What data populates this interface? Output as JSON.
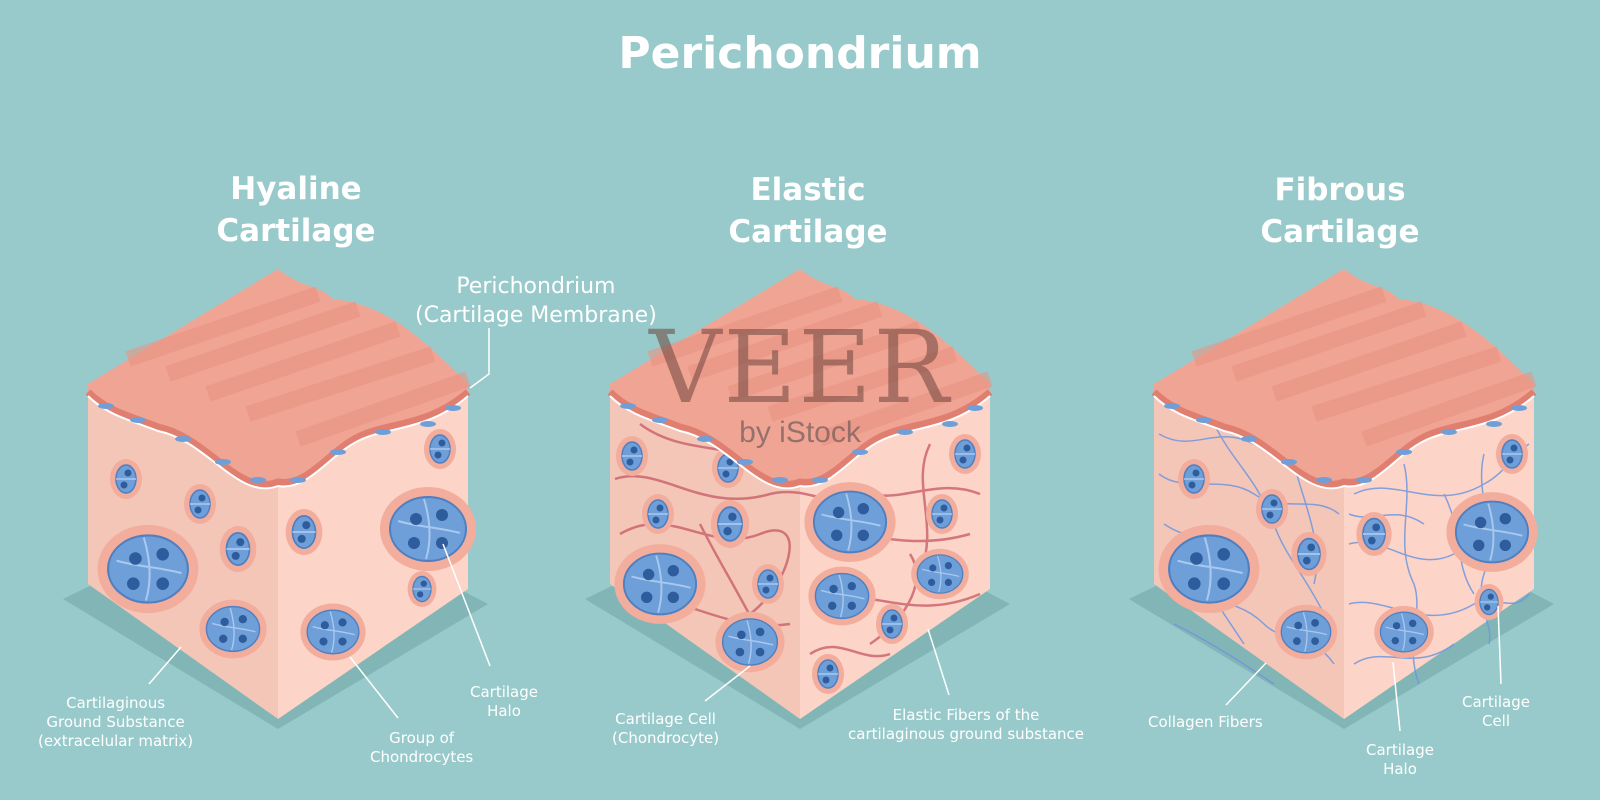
{
  "title": "Perichondrium",
  "panels": [
    {
      "heading_line1": "Hyaline",
      "heading_line2": "Cartilage"
    },
    {
      "heading_line1": "Elastic",
      "heading_line2": "Cartilage"
    },
    {
      "heading_line1": "Fibrous",
      "heading_line2": "Cartilage"
    }
  ],
  "labels": {
    "perichondrium": {
      "line1": "Perichondrium",
      "line2": "(Cartilage Membrane)"
    },
    "ground_substance": {
      "line1": "Cartilaginous",
      "line2": "Ground Substance",
      "line3": "(extracelular matrix)"
    },
    "group_chondrocytes": {
      "line1": "Group of",
      "line2": "Chondrocytes"
    },
    "halo_hyaline": {
      "line1": "Cartilage",
      "line2": "Halo"
    },
    "cartilage_cell": {
      "line1": "Cartilage Cell",
      "line2": "(Chondrocyte)"
    },
    "elastic_fibers": {
      "line1": "Elastic Fibers of the",
      "line2": "cartilaginous ground substance"
    },
    "collagen_fibers": {
      "line1": "Collagen Fibers"
    },
    "halo_fibrous": {
      "line1": "Cartilage",
      "line2": "Halo"
    },
    "cell_fibrous": {
      "line1": "Cartilage",
      "line2": "Cell"
    }
  },
  "watermark": {
    "line1": "VEER",
    "line2": "by iStock"
  },
  "colors": {
    "background": "#99cacb",
    "membrane_top": "#f0a494",
    "membrane_stripe": "#e89484",
    "left_face": "#f4c6b8",
    "right_face": "#fcd4c8",
    "cell_fill": "#6f9fd8",
    "halo": "#f2ad9c",
    "elastic_fiber": "#c9606a",
    "collagen_fiber": "#6e96e0",
    "shadow": "#82b5b6"
  }
}
